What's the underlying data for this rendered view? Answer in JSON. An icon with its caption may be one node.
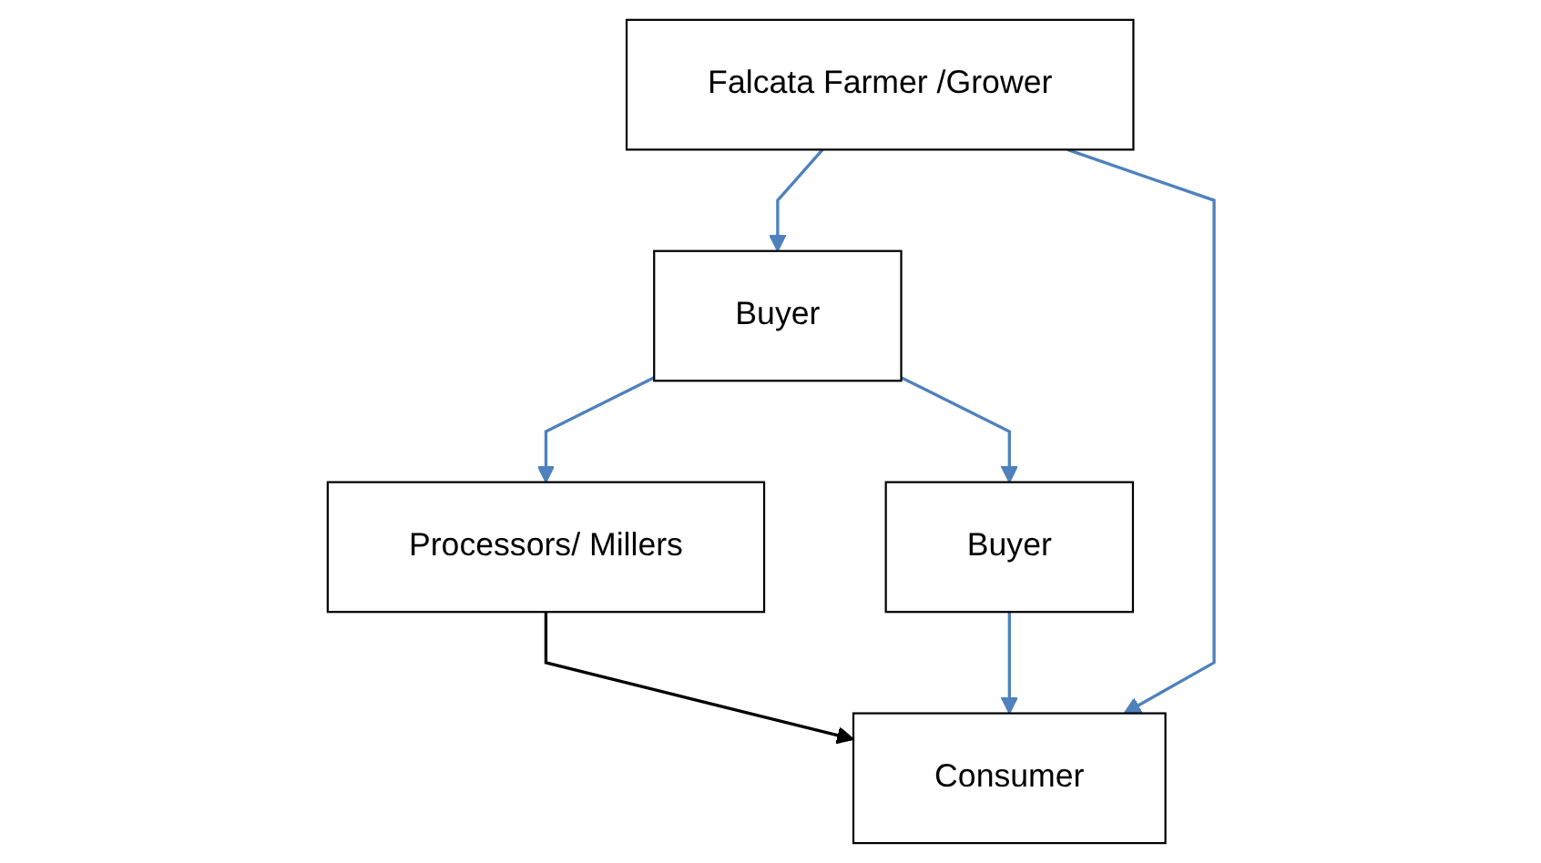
{
  "diagram": {
    "nodes": [
      {
        "text": [
          "Falcata Farmer /Grower"
        ]
      },
      {
        "text": [
          "Buyer"
        ]
      },
      {
        "text": [
          "Processors/ Millers"
        ]
      },
      {
        "text": [
          "Buyer"
        ]
      },
      {
        "text": [
          "Consumer"
        ]
      }
    ],
    "edges": [
      {
        "from": 0,
        "to": 1,
        "arrow": "to"
      },
      {
        "from": 1,
        "to": 2,
        "arrow": "to"
      },
      {
        "from": 1,
        "to": 3,
        "arrow": "to"
      },
      {
        "from": 2,
        "to": 4,
        "arrow": "to",
        "color": "#000000"
      },
      {
        "from": 0,
        "to": 4,
        "arrow": "to"
      },
      {
        "from": 3,
        "to": 4,
        "arrow": "to"
      }
    ]
  }
}
